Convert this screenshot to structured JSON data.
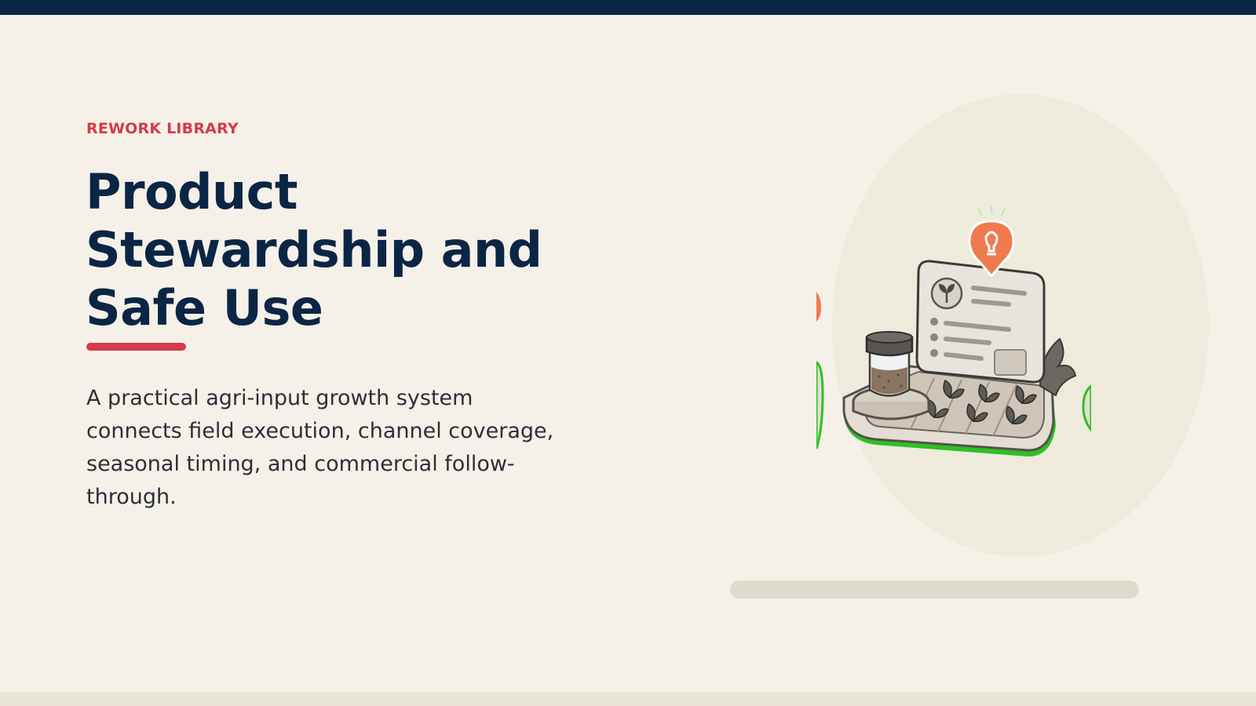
{
  "slide": {
    "eyebrow": "REWORK LIBRARY",
    "title": "Product Stewardship and Safe Use",
    "description": "A practical agri-input growth system connects field execution, channel coverage, seasonal timing, and commercial follow-through."
  },
  "illustration": {
    "icons": [
      "lightbulb-icon",
      "sprout-icon",
      "sample-jar-icon",
      "seedling-tray-icon"
    ]
  },
  "colors": {
    "navy": "#0b2545",
    "accent_red": "#d63a4a",
    "background": "#f5f1e8",
    "halo": "#eeebdd",
    "orange": "#f07a4f",
    "green_edge": "#2fbf24"
  }
}
